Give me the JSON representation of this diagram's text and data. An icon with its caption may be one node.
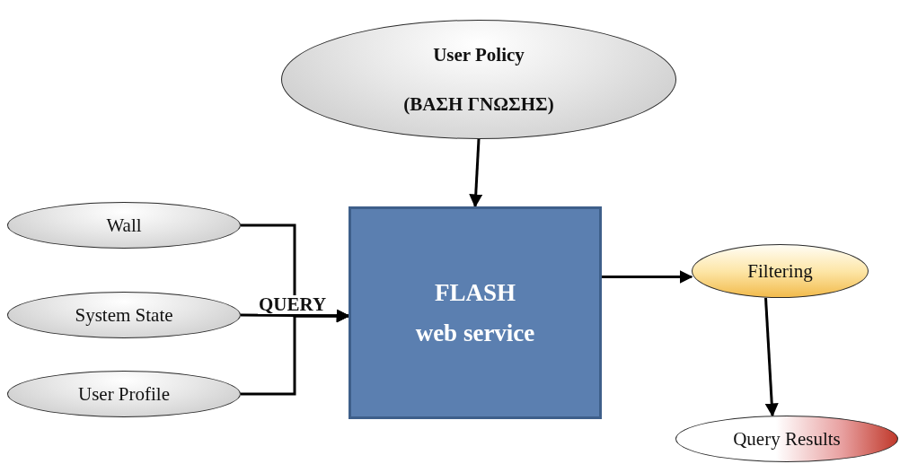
{
  "diagram": {
    "nodes": [
      {
        "text": [
          "User Policy",
          "(ΒΑΣΗ ΓΝΩΣΗΣ)"
        ]
      },
      {
        "text": [
          "Wall"
        ]
      },
      {
        "text": [
          "System State"
        ]
      },
      {
        "text": [
          "User Profile"
        ]
      },
      {
        "text": [
          "FLASH",
          "web service"
        ]
      },
      {
        "text": [
          "Filtering"
        ]
      },
      {
        "text": [
          "Query Results"
        ]
      }
    ],
    "edges": [
      {
        "from": 0,
        "to": 4,
        "arrow": "to"
      },
      {
        "from": 1,
        "to": 4,
        "arrow": "to"
      },
      {
        "from": 2,
        "to": 4,
        "arrow": "to",
        "label": "QUERY"
      },
      {
        "from": 3,
        "to": 4,
        "arrow": "to"
      },
      {
        "from": 4,
        "to": 5,
        "arrow": "to"
      },
      {
        "from": 5,
        "to": 6,
        "arrow": "to"
      }
    ]
  }
}
